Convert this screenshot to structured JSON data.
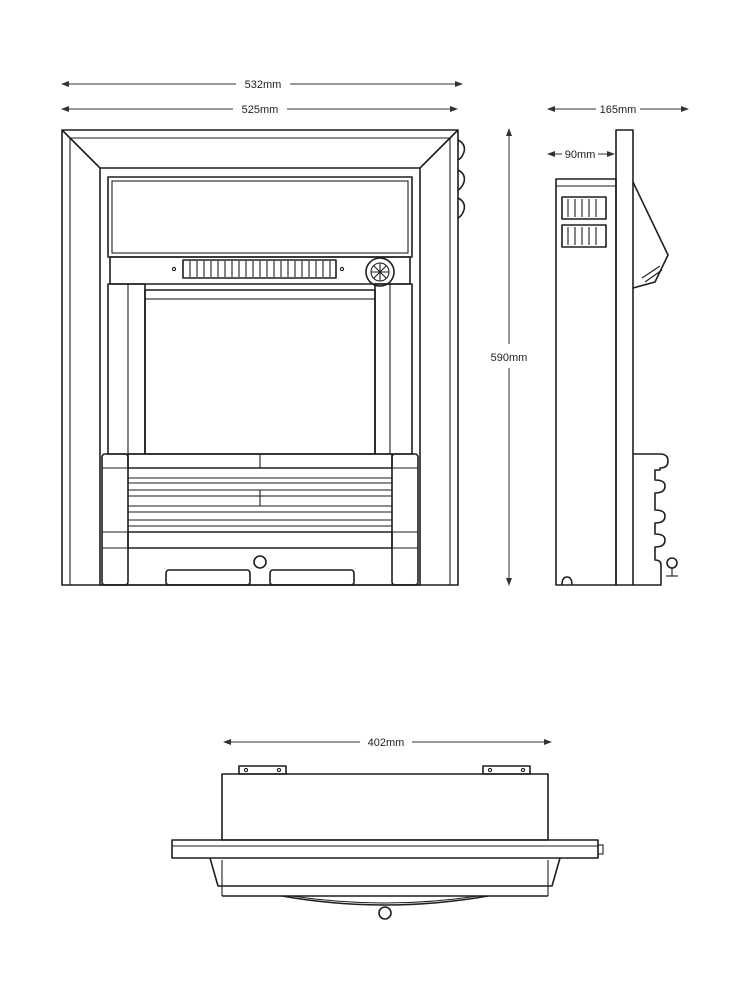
{
  "dimensions": {
    "overall_width": "532mm",
    "frame_width": "525mm",
    "overall_depth": "165mm",
    "body_depth": "90mm",
    "height": "590mm",
    "top_width": "402mm"
  }
}
